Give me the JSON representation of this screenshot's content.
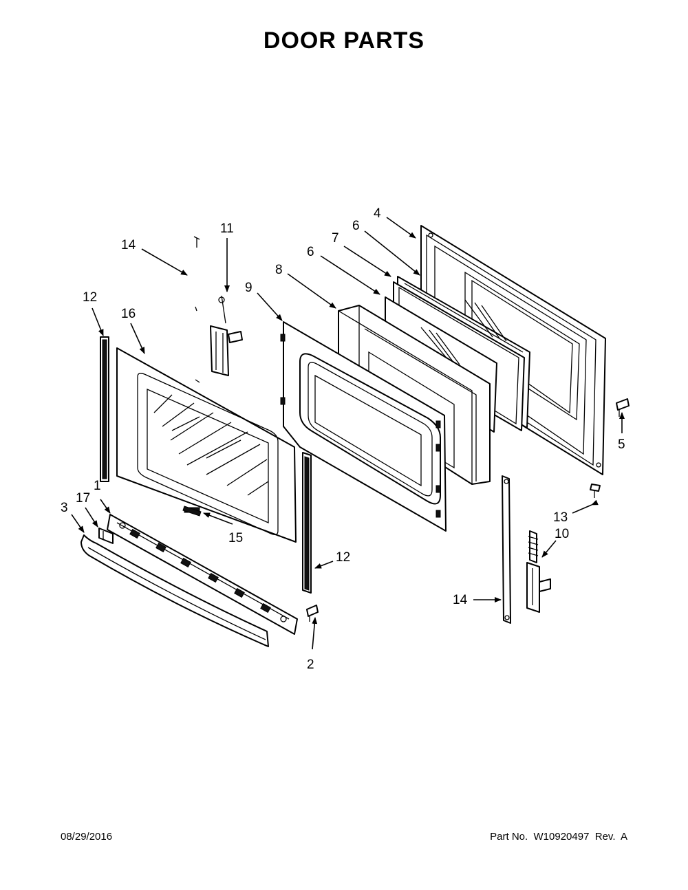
{
  "title": "DOOR PARTS",
  "footer": {
    "date": "08/29/2016",
    "part_number": "Part No.  W10920497  Rev.  A"
  },
  "callouts": [
    {
      "id": "c4",
      "label": "4"
    },
    {
      "id": "c6a",
      "label": "6"
    },
    {
      "id": "c7",
      "label": "7"
    },
    {
      "id": "c6b",
      "label": "6"
    },
    {
      "id": "c8",
      "label": "8"
    },
    {
      "id": "c9",
      "label": "9"
    },
    {
      "id": "c11",
      "label": "11"
    },
    {
      "id": "c14a",
      "label": "14"
    },
    {
      "id": "c12a",
      "label": "12"
    },
    {
      "id": "c16",
      "label": "16"
    },
    {
      "id": "c5",
      "label": "5"
    },
    {
      "id": "c13",
      "label": "13"
    },
    {
      "id": "c10",
      "label": "10"
    },
    {
      "id": "c14b",
      "label": "14"
    },
    {
      "id": "c12b",
      "label": "12"
    },
    {
      "id": "c15",
      "label": "15"
    },
    {
      "id": "c2",
      "label": "2"
    },
    {
      "id": "c17",
      "label": "17"
    },
    {
      "id": "c1",
      "label": "1"
    },
    {
      "id": "c3",
      "label": "3"
    }
  ]
}
